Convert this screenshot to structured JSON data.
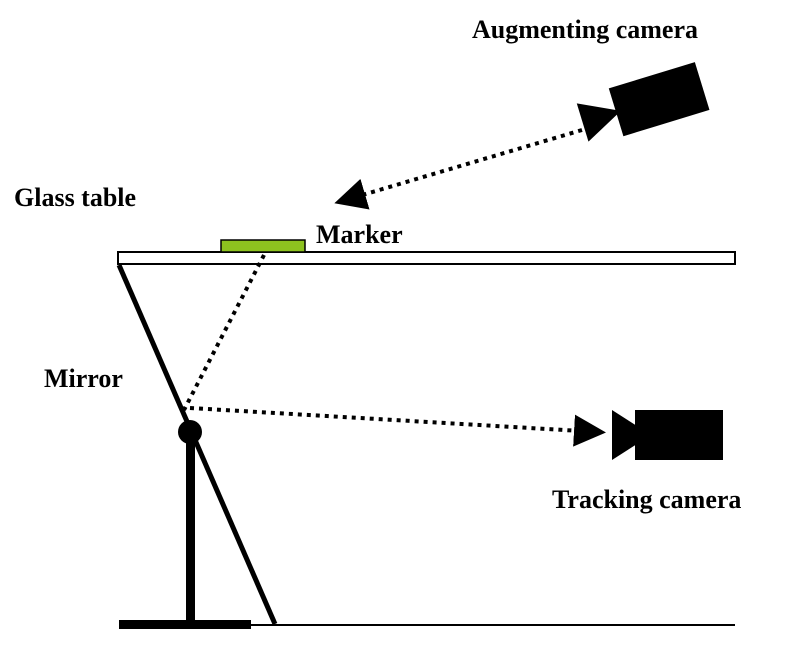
{
  "labels": {
    "augmenting_camera": "Augmenting camera",
    "glass_table": "Glass table",
    "marker": "Marker",
    "mirror": "Mirror",
    "tracking_camera": "Tracking camera"
  },
  "colors": {
    "marker": "#8dc21f",
    "lines": "#000000",
    "table_fill": "#ffffff"
  }
}
